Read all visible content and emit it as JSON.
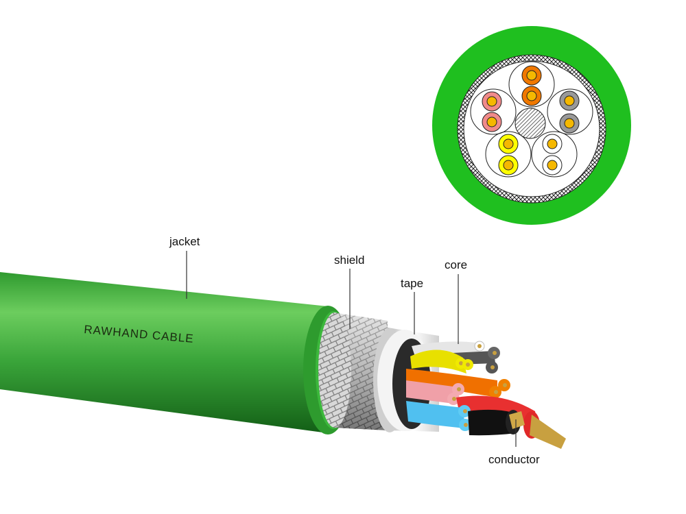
{
  "labels": {
    "jacket": "jacket",
    "shield": "shield",
    "tape": "tape",
    "core": "core",
    "conductor": "conductor"
  },
  "brand_text": "RAWHAND  CABLE",
  "colors": {
    "jacket": "#3aa53a",
    "cross_section_jacket": "#1fbf1f",
    "conductor": "#f5b800",
    "pairs": [
      "#f07800",
      "#f08a8a",
      "#999999",
      "#ffff00",
      "#ffffff"
    ]
  }
}
